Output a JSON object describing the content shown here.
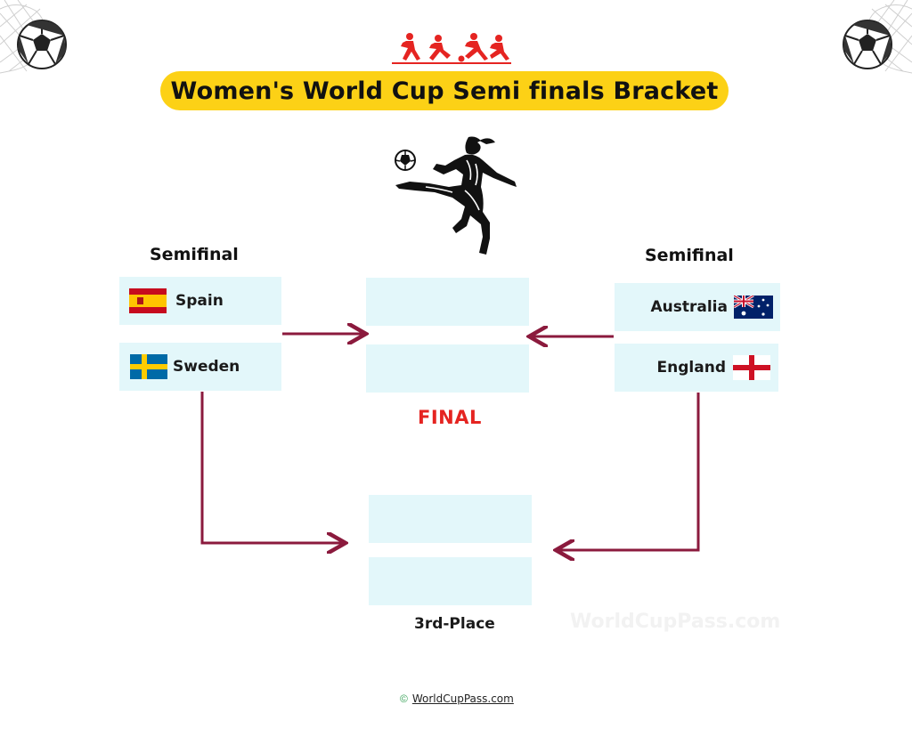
{
  "title": "Women's World Cup Semi finals Bracket",
  "left": {
    "heading": "Semifinal",
    "teams": [
      {
        "name": "Spain",
        "flag": "spain-flag-icon"
      },
      {
        "name": "Sweden",
        "flag": "sweden-flag-icon"
      }
    ]
  },
  "right": {
    "heading": "Semifinal",
    "teams": [
      {
        "name": "Australia",
        "flag": "australia-flag-icon"
      },
      {
        "name": "England",
        "flag": "england-flag-icon"
      }
    ]
  },
  "final": {
    "label": "FINAL"
  },
  "third_place": {
    "label": "3rd-Place"
  },
  "watermark": "WorldCupPass.com",
  "footer": {
    "text": "WorldCupPass.com",
    "icon": "copyright-icon"
  },
  "colors": {
    "title_bg": "#fcd116",
    "box_bg": "#e3f7fa",
    "arrow": "#8b1a3d",
    "final_text": "#e52421",
    "player_icons": "#e52421"
  }
}
